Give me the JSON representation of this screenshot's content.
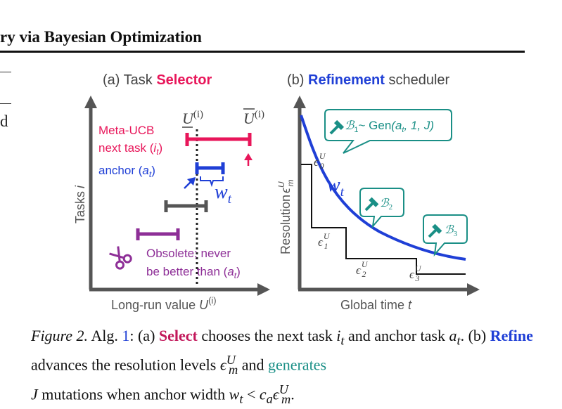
{
  "header": {
    "title": "ry via Bayesian Optimization"
  },
  "margin": {
    "fragment": "d"
  },
  "panel_a": {
    "title_prefix": "(a) Task ",
    "title_keyword": "Selector",
    "y_axis_label": "Tasks",
    "y_axis_var": "i",
    "x_axis_label": "Long-run value",
    "x_axis_var": "U",
    "x_axis_sup": "(i)",
    "lower_bound_label": "U",
    "lower_bound_sup": "(i)",
    "upper_bound_label": "U",
    "upper_bound_sup": "(i)",
    "meta_ucb_line1": "Meta-UCB",
    "meta_ucb_line2": "next task (",
    "meta_ucb_var": "i",
    "meta_ucb_sub": "t",
    "anchor_label": "anchor (",
    "anchor_var": "a",
    "anchor_sub": "t",
    "width_var": "w",
    "width_sub": "t",
    "obsolete_line1": "Obsolete; never",
    "obsolete_line2": "be better than (",
    "obsolete_var": "a",
    "obsolete_sub": "t"
  },
  "panel_b": {
    "title_prefix": "(b) ",
    "title_keyword": "Refinement",
    "title_suffix": " scheduler",
    "y_axis_label": "Resolution",
    "y_axis_var": "ϵ",
    "y_axis_sup": "U",
    "y_axis_sub": "m",
    "x_axis_label": "Global time",
    "x_axis_var": "t",
    "curve_var": "w",
    "curve_sub": "t",
    "eps0": "ϵ",
    "eps0_sup": "U",
    "eps0_sub": "0",
    "eps1": "ϵ",
    "eps1_sup": "U",
    "eps1_sub": "1",
    "eps2": "ϵ",
    "eps2_sup": "U",
    "eps2_sub": "2",
    "eps3": "ϵ",
    "eps3_sup": "U",
    "eps3_sub": "3",
    "bubble1_B": "ℬ",
    "bubble1_sub": "1",
    "bubble1_text": "~ Gen",
    "bubble1_args": "(a",
    "bubble1_args_sub": "t",
    "bubble1_args_rest": ", 1, J)",
    "bubble2_B": "ℬ",
    "bubble2_sub": "2",
    "bubble3_B": "ℬ",
    "bubble3_sub": "3"
  },
  "caption": {
    "lead": "Figure 2.",
    "alg": " Alg. ",
    "alg_ref": "1",
    "part_a": ": (a) ",
    "select_kw": "Select",
    "after_select": " chooses the next task ",
    "i_t": "i",
    "i_t_sub": "t",
    "and_anchor": " and anchor task ",
    "a_t": "a",
    "a_t_sub": "t",
    "part_b": ". (b) ",
    "refine_kw": "Refine",
    "after_refine": " advances the resolution levels ",
    "eps": "ϵ",
    "eps_sup": "U",
    "eps_sub": "m",
    "and_word": " and ",
    "generates_kw": "generates",
    "line3_J": "J",
    "line3_text": " mutations when anchor width ",
    "w": "w",
    "w_sub": "t",
    "lt": " < ",
    "c": "c",
    "c_sub": "a",
    "eps2": "ϵ",
    "eps2_sup": "U",
    "eps2_sub": "m",
    "period": "."
  },
  "colors": {
    "pink": "#e8165a",
    "blue": "#1f3fd6",
    "purple": "#8e2f97",
    "gray": "#555555",
    "teal": "#1a8f86"
  },
  "icons": [
    "hammer-icon",
    "scissors-icon"
  ]
}
